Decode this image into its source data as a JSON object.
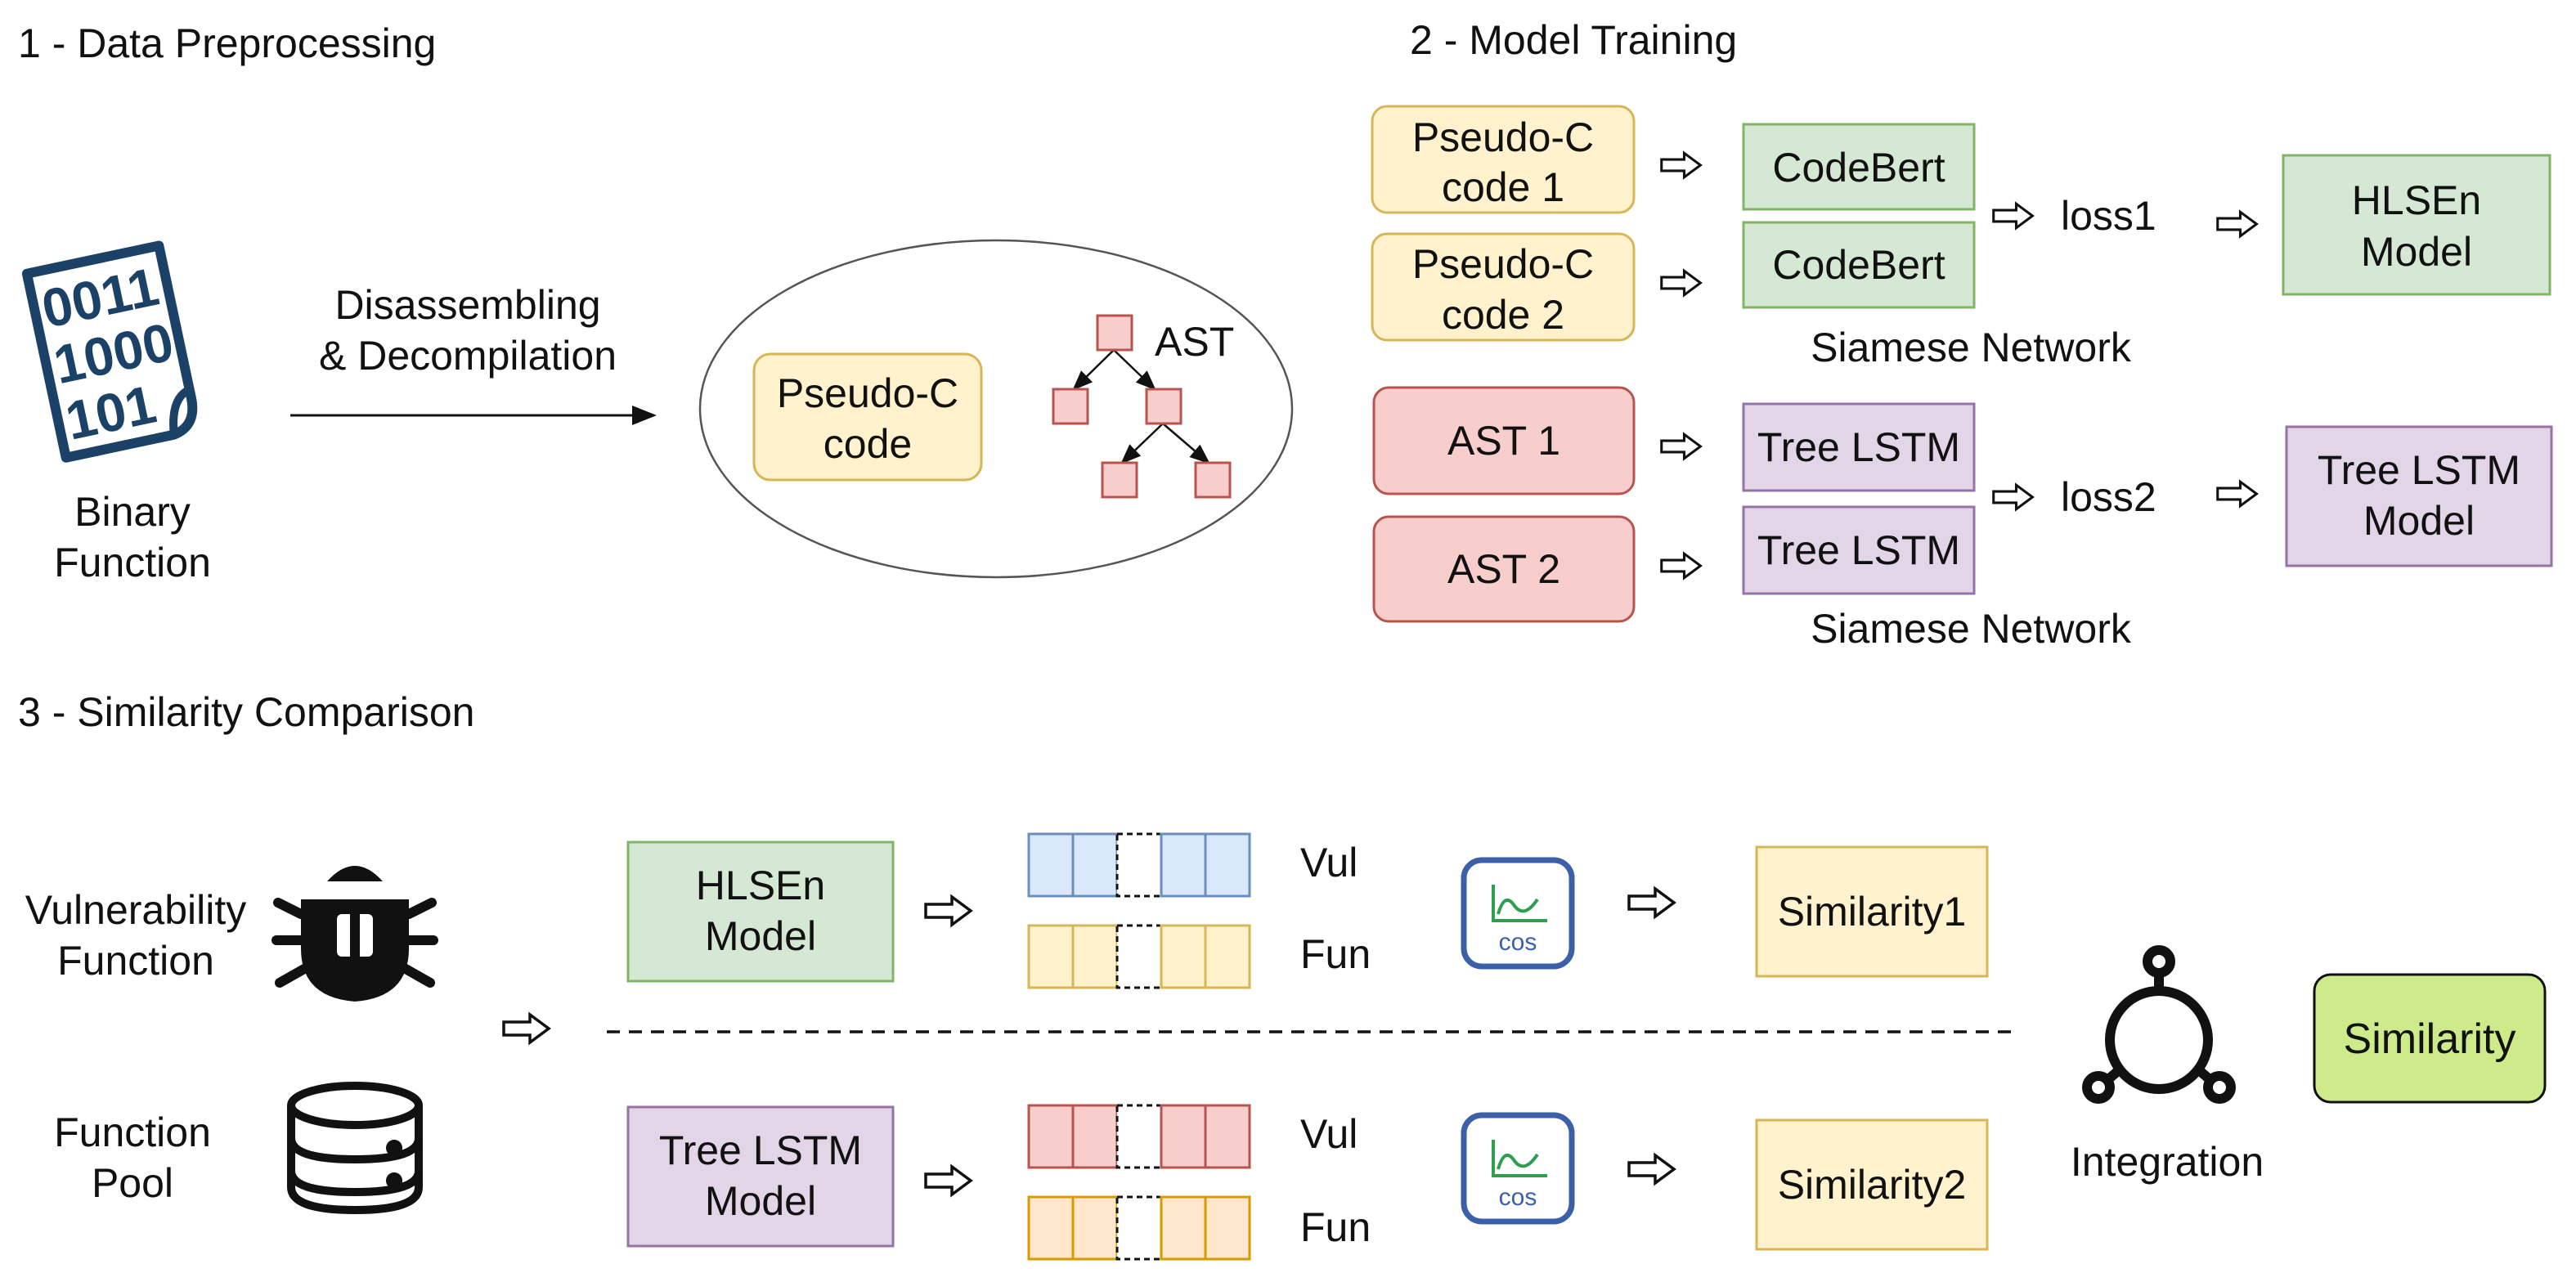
{
  "sections": {
    "preprocessing": "1 - Data Preprocessing",
    "training": "2 - Model Training",
    "comparison": "3 - Similarity Comparison"
  },
  "preprocessing": {
    "binary_icon_lines": [
      "0011",
      "1000",
      "101"
    ],
    "binary_label": [
      "Binary",
      "Function"
    ],
    "arrow_label": [
      "Disassembling",
      "& Decompilation"
    ],
    "pseudo_box": [
      "Pseudo-C",
      "code"
    ],
    "ast_label": "AST"
  },
  "training": {
    "pseudo1": [
      "Pseudo-C",
      "code 1"
    ],
    "pseudo2": [
      "Pseudo-C",
      "code 2"
    ],
    "codebert": "CodeBert",
    "loss1": "loss1",
    "hlsen": [
      "HLSEn",
      "Model"
    ],
    "siamese": "Siamese Network",
    "ast1": "AST 1",
    "ast2": "AST 2",
    "treelstm": "Tree LSTM",
    "loss2": "loss2",
    "treelstm_model": [
      "Tree LSTM",
      "Model"
    ]
  },
  "comparison": {
    "vuln_label": [
      "Vulnerability",
      "Function"
    ],
    "pool_label": [
      "Function",
      "Pool"
    ],
    "hlsen_model": [
      "HLSEn",
      "Model"
    ],
    "tree_model": [
      "Tree LSTM",
      "Model"
    ],
    "vul": "Vul",
    "fun": "Fun",
    "cos": "cos",
    "similarity1": "Similarity1",
    "similarity2": "Similarity2",
    "integration": "Integration",
    "similarity": "Similarity"
  },
  "colors": {
    "yellow_fill": "#fff2cc",
    "yellow_stroke": "#d6b656",
    "green_fill": "#d5e8d4",
    "green_stroke": "#82b366",
    "red_fill": "#f8cecc",
    "red_stroke": "#b85450",
    "purple_fill": "#e1d5e7",
    "purple_stroke": "#9673a6",
    "blue_fill": "#dae8fc",
    "blue_stroke": "#6c8ebf",
    "orange_fill": "#ffe6cc",
    "orange_stroke": "#d79b00",
    "lime_fill": "#cdeb8b",
    "cos_blue": "#3b5fa8",
    "cos_green": "#2e9e4f",
    "navy": "#1b4266"
  }
}
